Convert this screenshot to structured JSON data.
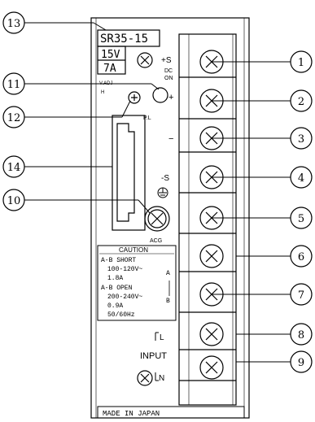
{
  "model_label": "SR35-15",
  "output_voltage": "15V",
  "output_current": "7A",
  "v_adj_label": "V.ADJ",
  "h_label": "H",
  "pl_label": "P.L",
  "plus_s": "+S",
  "dc_label": "DC",
  "on_label": "ON",
  "plus": "+",
  "minus": "−",
  "minus_s": "-S",
  "acg_label": "ACG",
  "caution": {
    "title": "CAUTION",
    "short_line": "A-B SHORT",
    "short_range": "100-120V~",
    "short_amp": "1.8A",
    "open_line": "A-B OPEN",
    "open_range": "200-240V~",
    "open_amp": "0.9A",
    "freq": "50/60Hz",
    "a": "A",
    "b": "B"
  },
  "input_label": "INPUT",
  "l_label": "L",
  "n_label": "N",
  "footer": "MADE IN JAPAN",
  "callouts": [
    "1",
    "2",
    "3",
    "4",
    "5",
    "6",
    "7",
    "8",
    "9",
    "10",
    "11",
    "12",
    "13",
    "14"
  ]
}
